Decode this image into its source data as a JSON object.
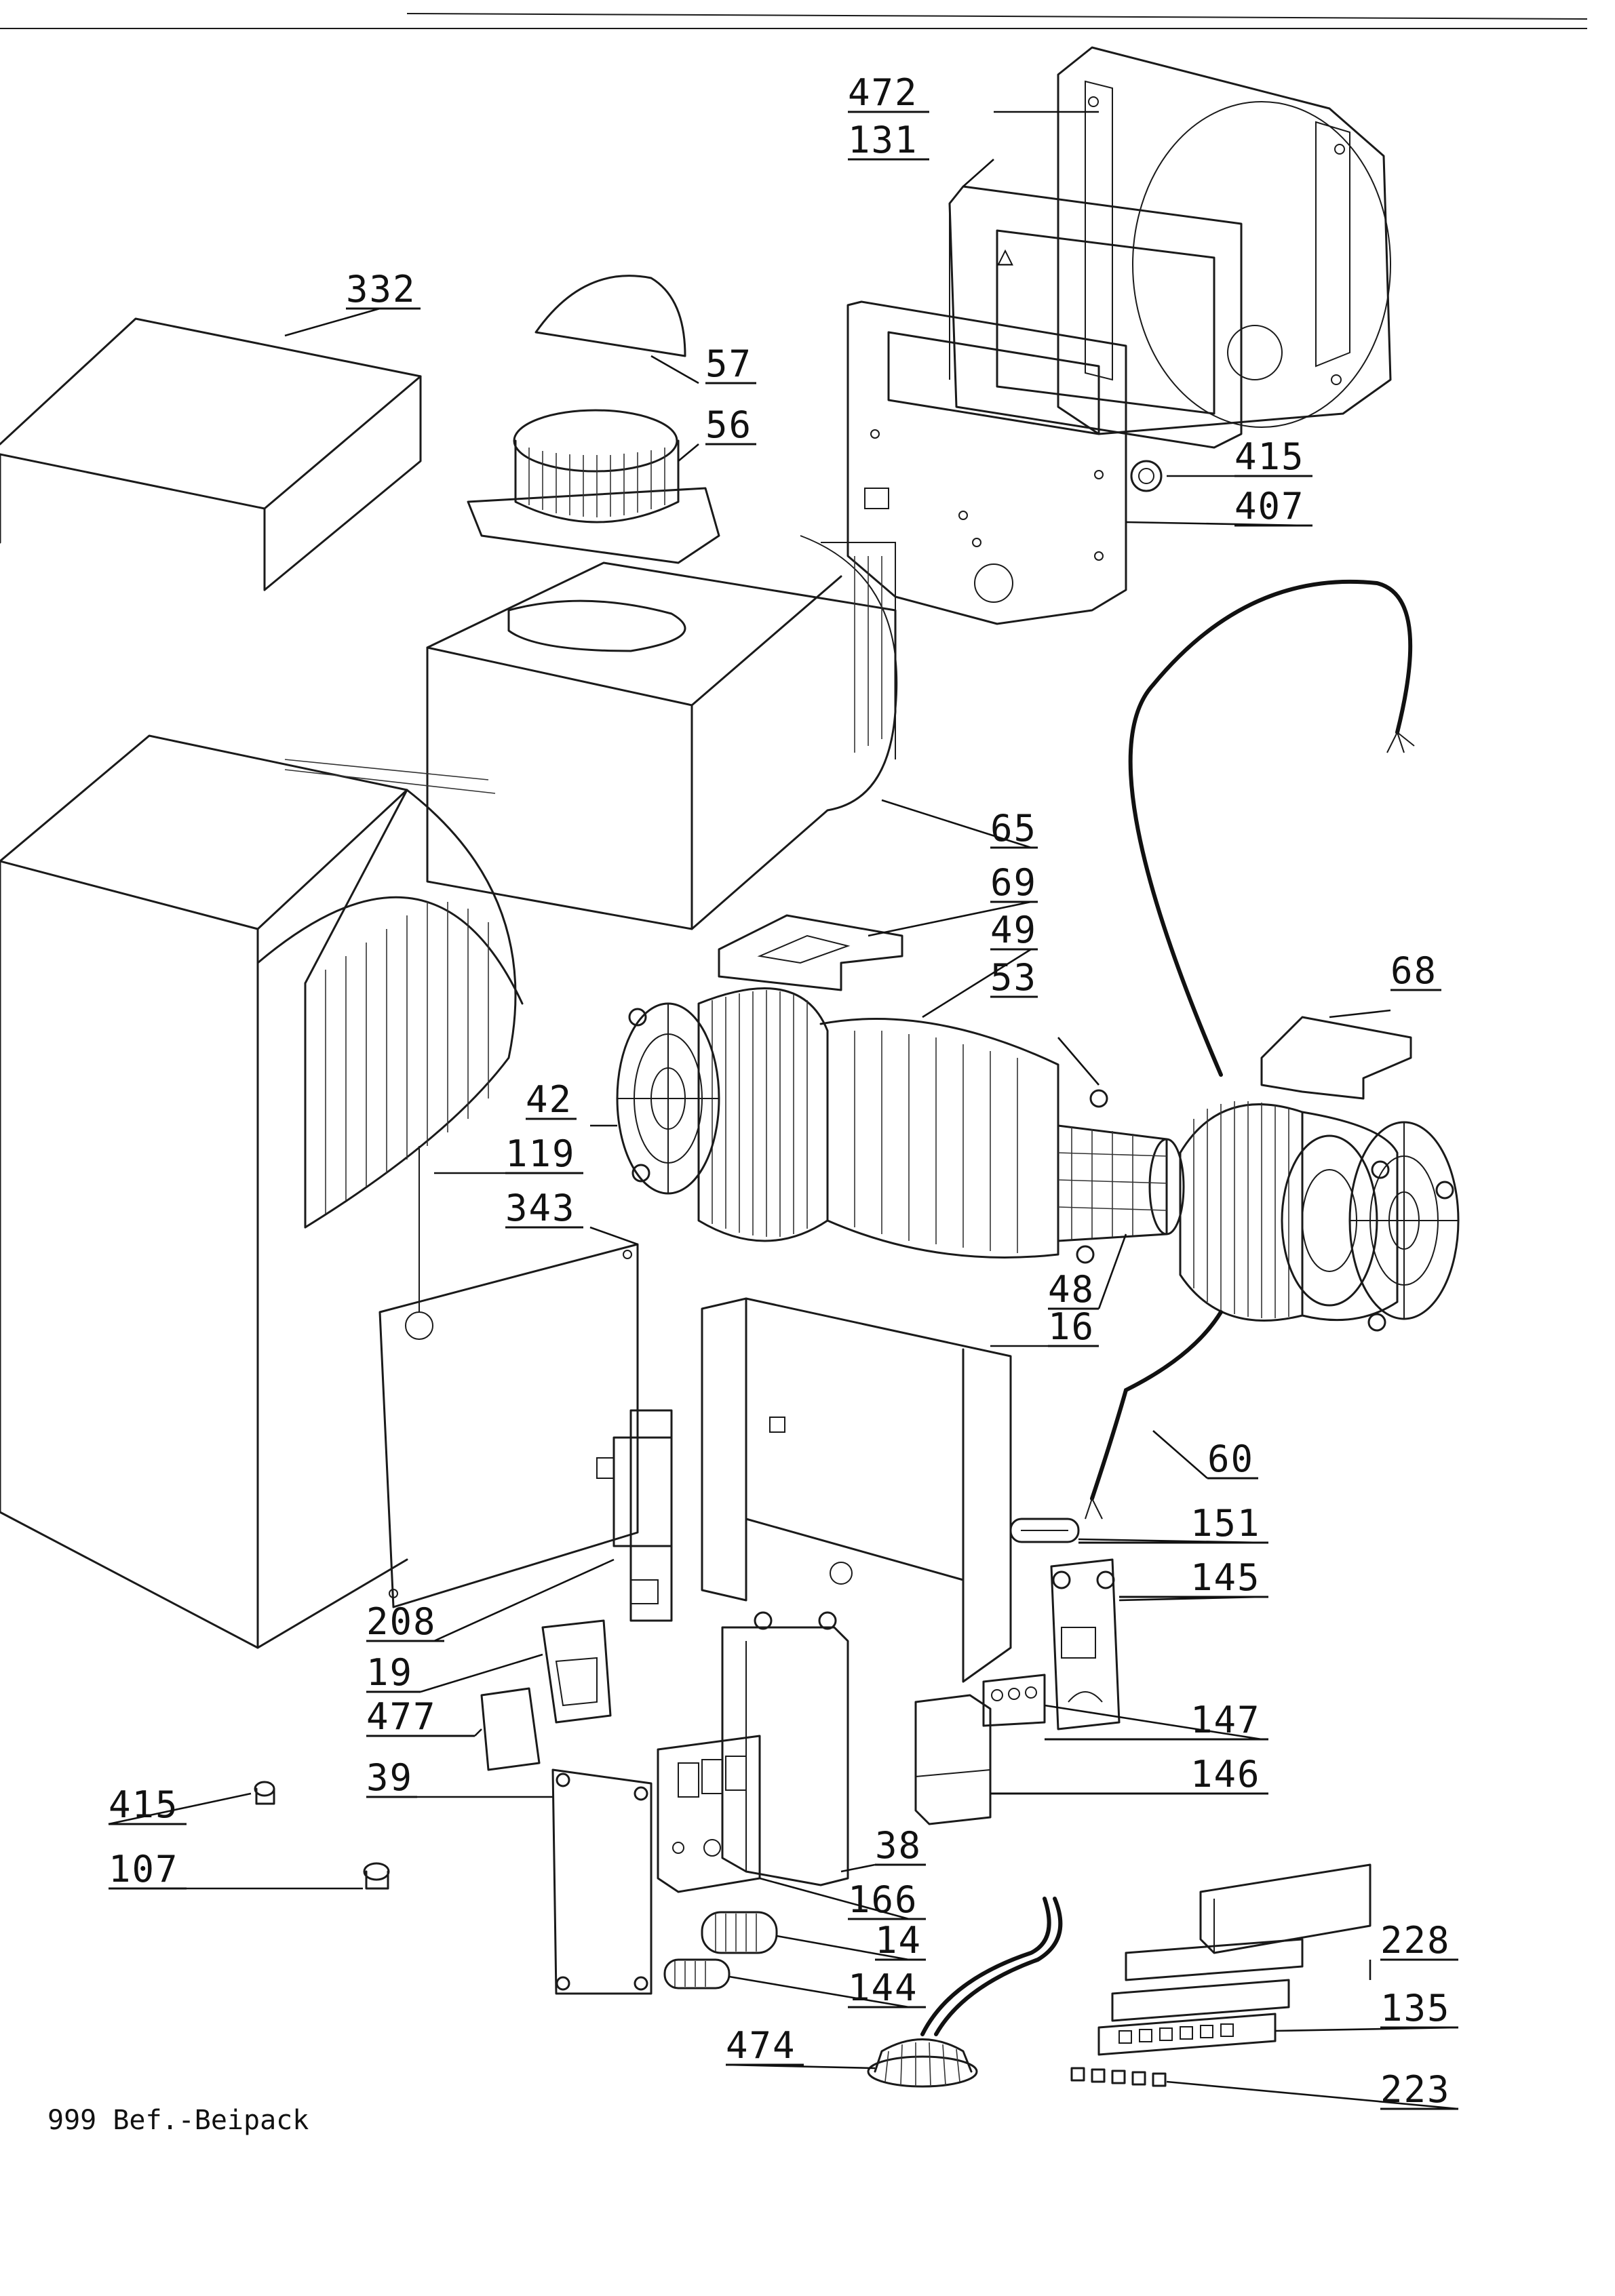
{
  "callouts": [
    {
      "id": "472",
      "label": "472"
    },
    {
      "id": "131",
      "label": "131"
    },
    {
      "id": "332",
      "label": "332"
    },
    {
      "id": "57",
      "label": "57"
    },
    {
      "id": "56",
      "label": "56"
    },
    {
      "id": "415a",
      "label": "415"
    },
    {
      "id": "407",
      "label": "407"
    },
    {
      "id": "65",
      "label": "65"
    },
    {
      "id": "69",
      "label": "69"
    },
    {
      "id": "49",
      "label": "49"
    },
    {
      "id": "53",
      "label": "53"
    },
    {
      "id": "68",
      "label": "68"
    },
    {
      "id": "42",
      "label": "42"
    },
    {
      "id": "119",
      "label": "119"
    },
    {
      "id": "343",
      "label": "343"
    },
    {
      "id": "48",
      "label": "48"
    },
    {
      "id": "16",
      "label": "16"
    },
    {
      "id": "60",
      "label": "60"
    },
    {
      "id": "151",
      "label": "151"
    },
    {
      "id": "145",
      "label": "145"
    },
    {
      "id": "208",
      "label": "208"
    },
    {
      "id": "19",
      "label": "19"
    },
    {
      "id": "477",
      "label": "477"
    },
    {
      "id": "147",
      "label": "147"
    },
    {
      "id": "39",
      "label": "39"
    },
    {
      "id": "146",
      "label": "146"
    },
    {
      "id": "415b",
      "label": "415"
    },
    {
      "id": "38",
      "label": "38"
    },
    {
      "id": "107",
      "label": "107"
    },
    {
      "id": "166",
      "label": "166"
    },
    {
      "id": "14",
      "label": "14"
    },
    {
      "id": "228",
      "label": "228"
    },
    {
      "id": "144",
      "label": "144"
    },
    {
      "id": "135",
      "label": "135"
    },
    {
      "id": "474",
      "label": "474"
    },
    {
      "id": "223",
      "label": "223"
    }
  ],
  "footnote": "999 Bef.-Beipack"
}
